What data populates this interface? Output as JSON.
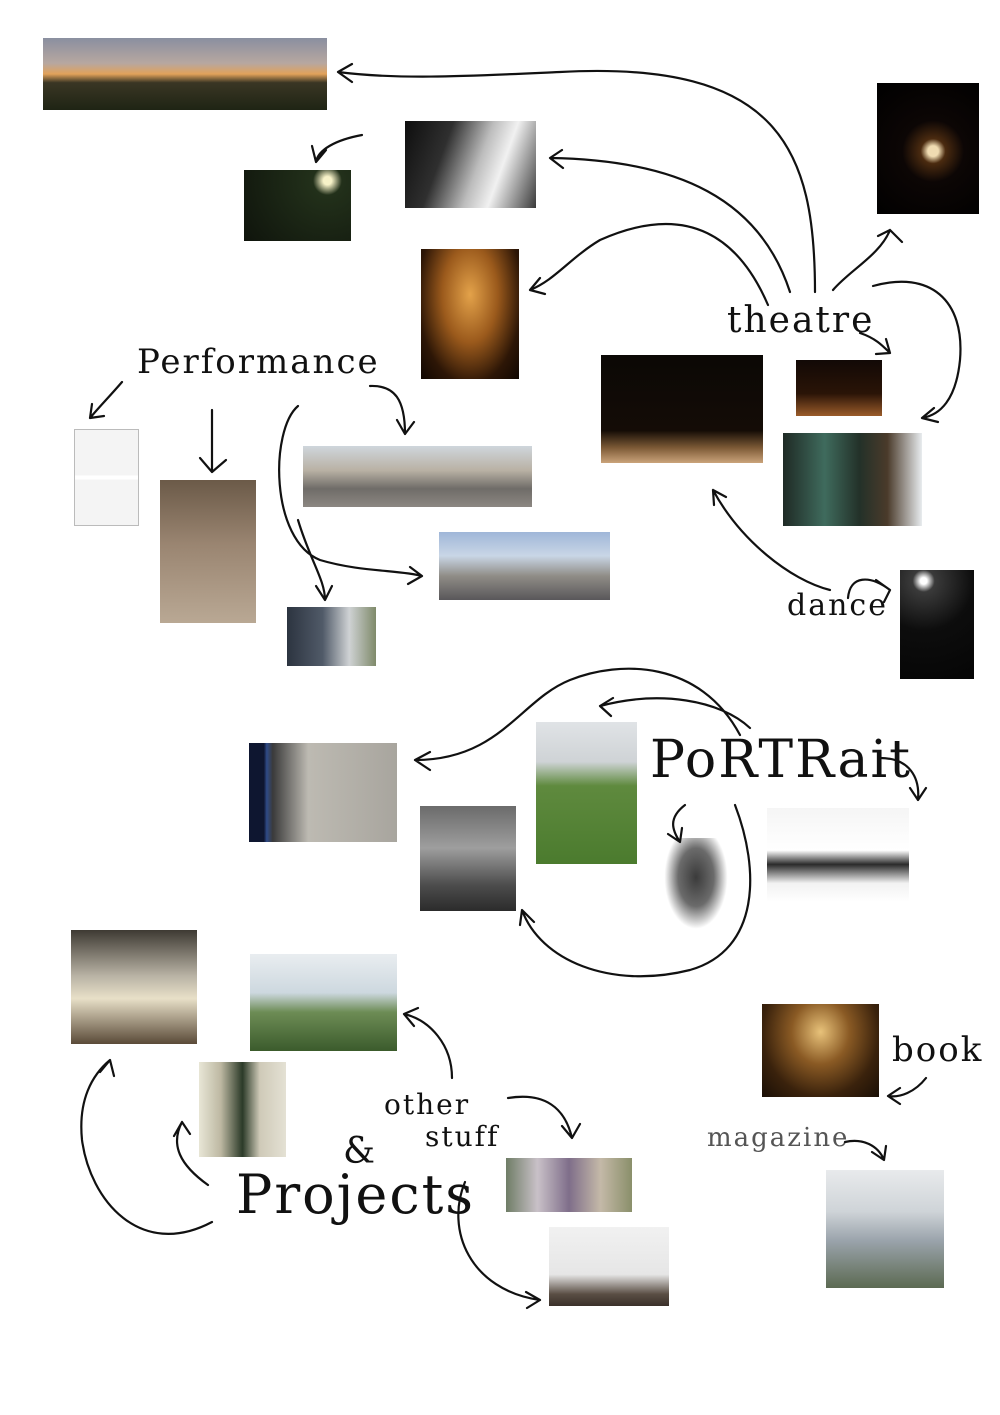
{
  "labels": {
    "theatre": "theatre",
    "performance": "Performance",
    "dance": "dance",
    "portrait": "PoRTRait",
    "book": "book",
    "magazine": "magazine",
    "other_stuff_line1": "other",
    "other_stuff_line2": "stuff",
    "projects": "Projects",
    "ampersand": "&"
  },
  "photos": [
    {
      "name": "sunset-panorama-photo",
      "bg": "linear-gradient(180deg,#8a8fa0 0%,#b7a7a0 35%,#e2a25a 50%,#3a3624 62%,#1f2414 100%)"
    },
    {
      "name": "man-spotlight-photo",
      "bg": "radial-gradient(circle at 78% 15%,#f7f2c8 0 4%,#22301a 14%,#0f140c 100%)"
    },
    {
      "name": "staircase-bw-photo",
      "bg": "linear-gradient(110deg,#0e0e0e 0%,#2f2f2f 30%,#bdbdbd 55%,#f1f1f1 70%,#3a3a3a 100%)"
    },
    {
      "name": "woman-silhouette-photo",
      "bg": "radial-gradient(ellipse at 50% 35%,#e3a24a 0%,#9b5a1c 40%,#2d1606 75%,#100702 100%)"
    },
    {
      "name": "dark-stage-box-photo",
      "bg": "radial-gradient(circle at 55% 52%,#f0dcb2 0 6%,#4b2b10 14%,#0c0605 35%,#000 100%)"
    },
    {
      "name": "dancer-stage-photo",
      "bg": "linear-gradient(180deg,#0b0805 0%,#140c06 70%,#7d5a36 86%,#caa37a 100%)"
    },
    {
      "name": "small-stage-dancer-photo",
      "bg": "linear-gradient(180deg,#120906 0%,#2a1407 60%,#9a5c2a 100%)"
    },
    {
      "name": "stage-figures-photo",
      "bg": "linear-gradient(90deg,#1f2a25 0%,#3f6b5d 30%,#233129 55%,#4a3a2a 75%,#e8ecef 100%)"
    },
    {
      "name": "dark-room-dancer-photo",
      "bg": "radial-gradient(circle at 32% 10%,#ffffff 0 3%,#3a3a3a 10%,#0d0d0d 45%,#050505 100%)"
    },
    {
      "name": "two-portraits-cards-photo",
      "bg": "linear-gradient(180deg,#f4f4f4 0 48%,#ffffff 48% 52%,#f4f4f4 52% 100%)"
    },
    {
      "name": "man-bending-photo",
      "bg": "linear-gradient(180deg,#6b5a48 0%,#9a8571 45%,#b9a894 100%)"
    },
    {
      "name": "city-square-crowd-photo",
      "bg": "linear-gradient(180deg,#cfd6dc 0%,#b9b1a4 40%,#6f6c68 70%,#8c8782 100%)"
    },
    {
      "name": "city-street-panorama-photo",
      "bg": "linear-gradient(180deg,#9fb6d8 0%,#c9d6e6 35%,#8f8c86 65%,#59575a 100%)"
    },
    {
      "name": "woman-measuring-photo",
      "bg": "linear-gradient(90deg,#2c3440 0%,#505a68 40%,#cfd2d4 70%,#7f8a6a 100%)"
    },
    {
      "name": "woman-sitting-table-photo",
      "bg": "linear-gradient(90deg,#0e1630 0 10%,#2f4b88 12%,#3a3a3a 16%,#bdbab2 40%,#a8a59e 100%)"
    },
    {
      "name": "group-on-grass-photo",
      "bg": "linear-gradient(180deg,#e0e3e6 0%,#cfd3d6 28%,#5f8a3e 45%,#4b7b2e 100%)"
    },
    {
      "name": "street-wall-group-photo",
      "bg": "linear-gradient(180deg,#6b6b6b 0%,#9e9e9e 40%,#4d4d4d 75%,#2b2b2b 100%)"
    },
    {
      "name": "curly-hair-woman-photo",
      "bg": "radial-gradient(ellipse at 50% 40%,#3b3b3b 0%,#6b6b6b 35%,#ffffff 62%)"
    },
    {
      "name": "snow-table-group-photo",
      "bg": "linear-gradient(180deg,#f5f5f5 0%,#ffffff 45%,#2a2a2a 60%,#f2f2f2 80%,#ffffff 100%)"
    },
    {
      "name": "gallery-room-photo",
      "bg": "linear-gradient(180deg,#3e3a33 0%,#b8b2a4 40%,#e8e0c8 60%,#5a4a38 100%)"
    },
    {
      "name": "balcony-valley-photo",
      "bg": "linear-gradient(180deg,#e9edf0 0%,#cdd8df 40%,#6d8c55 60%,#3b5b2c 100%)"
    },
    {
      "name": "elevator-hall-photo",
      "bg": "linear-gradient(90deg,#e8e6d6 0%,#bdb8a2 25%,#2b3a28 50%,#cfcab8 70%,#e4e1d4 100%)"
    },
    {
      "name": "masked-group-photo",
      "bg": "linear-gradient(90deg,#6f7d66 0%,#c9c1c8 25%,#7f6e8a 50%,#c4b9a8 75%,#8a8f6a 100%)"
    },
    {
      "name": "white-room-man-photo",
      "bg": "linear-gradient(180deg,#f1f1f1 0%,#e6e6e6 60%,#5a4e44 85%,#3a302a 100%)"
    },
    {
      "name": "church-dome-photo",
      "bg": "radial-gradient(ellipse at 50% 30%,#e8c27a 0%,#8a5a24 35%,#3a220c 70%,#1a0f06 100%)"
    },
    {
      "name": "office-building-photo",
      "bg": "linear-gradient(180deg,#e8eaec 0%,#cfd4d8 35%,#9aa3ab 60%,#5c6a52 100%)"
    }
  ]
}
